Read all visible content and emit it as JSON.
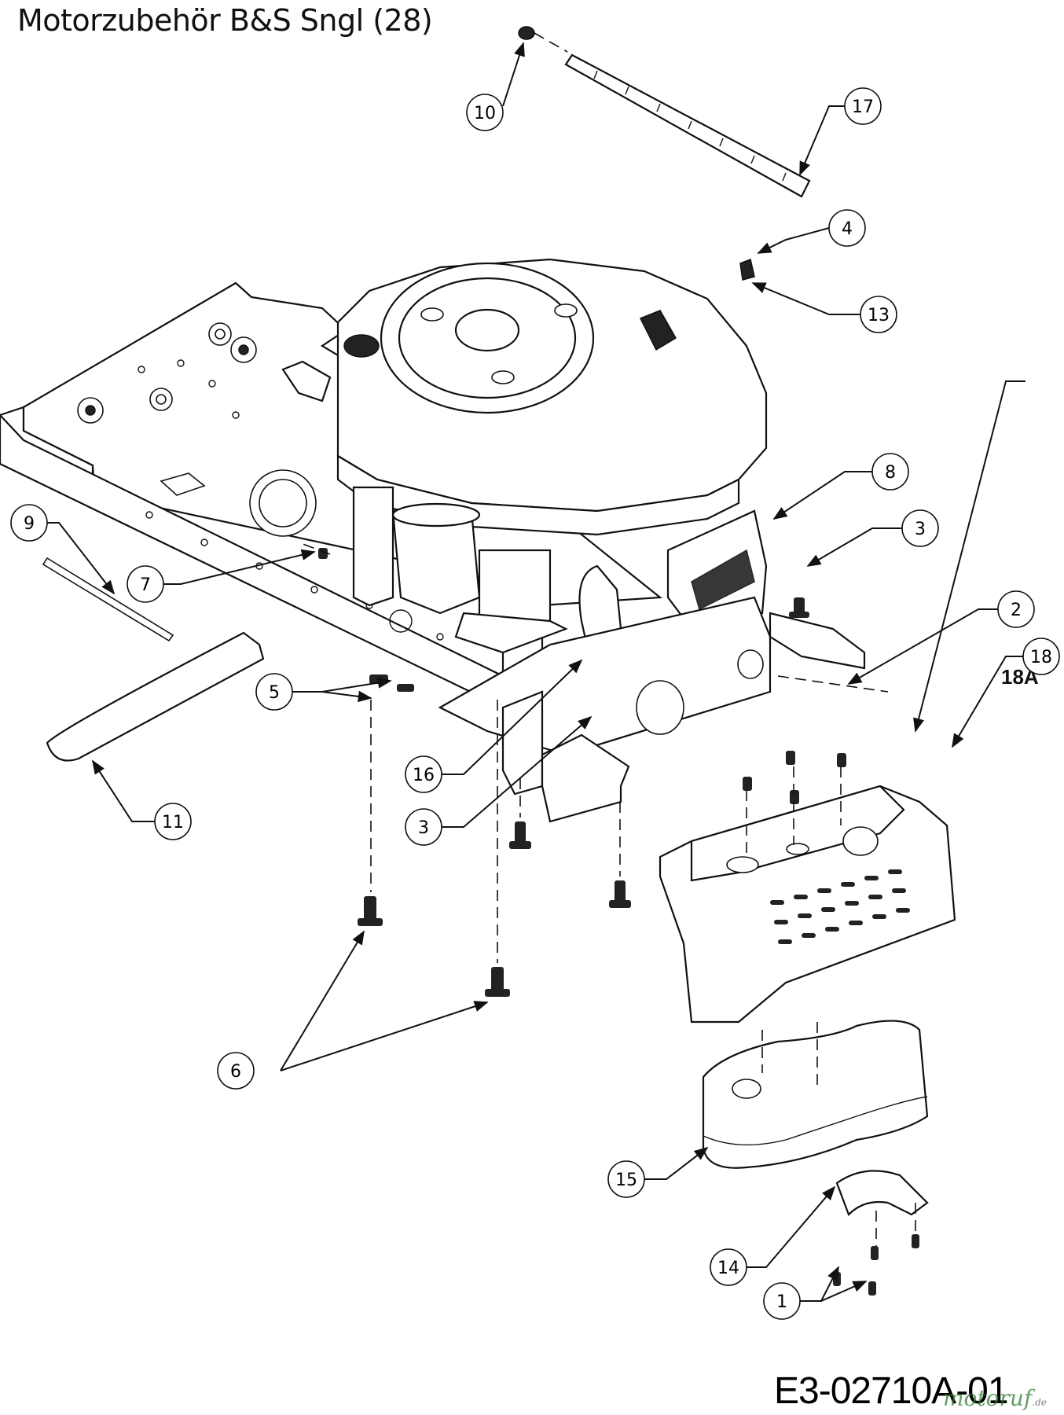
{
  "title": "Motorzubehör B&S Sngl (28)",
  "drawing_code": "E3-02710A-01",
  "variant_label": "18A",
  "watermark": {
    "brand": "motoruf",
    "suffix": ".de"
  },
  "callouts": [
    {
      "id": "c10",
      "label": "10"
    },
    {
      "id": "c17",
      "label": "17"
    },
    {
      "id": "c4",
      "label": "4"
    },
    {
      "id": "c13",
      "label": "13"
    },
    {
      "id": "c8",
      "label": "8"
    },
    {
      "id": "c3a",
      "label": "3"
    },
    {
      "id": "c2",
      "label": "2"
    },
    {
      "id": "c18",
      "label": "18"
    },
    {
      "id": "c9",
      "label": "9"
    },
    {
      "id": "c7",
      "label": "7"
    },
    {
      "id": "c5",
      "label": "5"
    },
    {
      "id": "c16",
      "label": "16"
    },
    {
      "id": "c3b",
      "label": "3"
    },
    {
      "id": "c11",
      "label": "11"
    },
    {
      "id": "c6",
      "label": "6"
    },
    {
      "id": "c15",
      "label": "15"
    },
    {
      "id": "c14",
      "label": "14"
    },
    {
      "id": "c1",
      "label": "1"
    }
  ]
}
